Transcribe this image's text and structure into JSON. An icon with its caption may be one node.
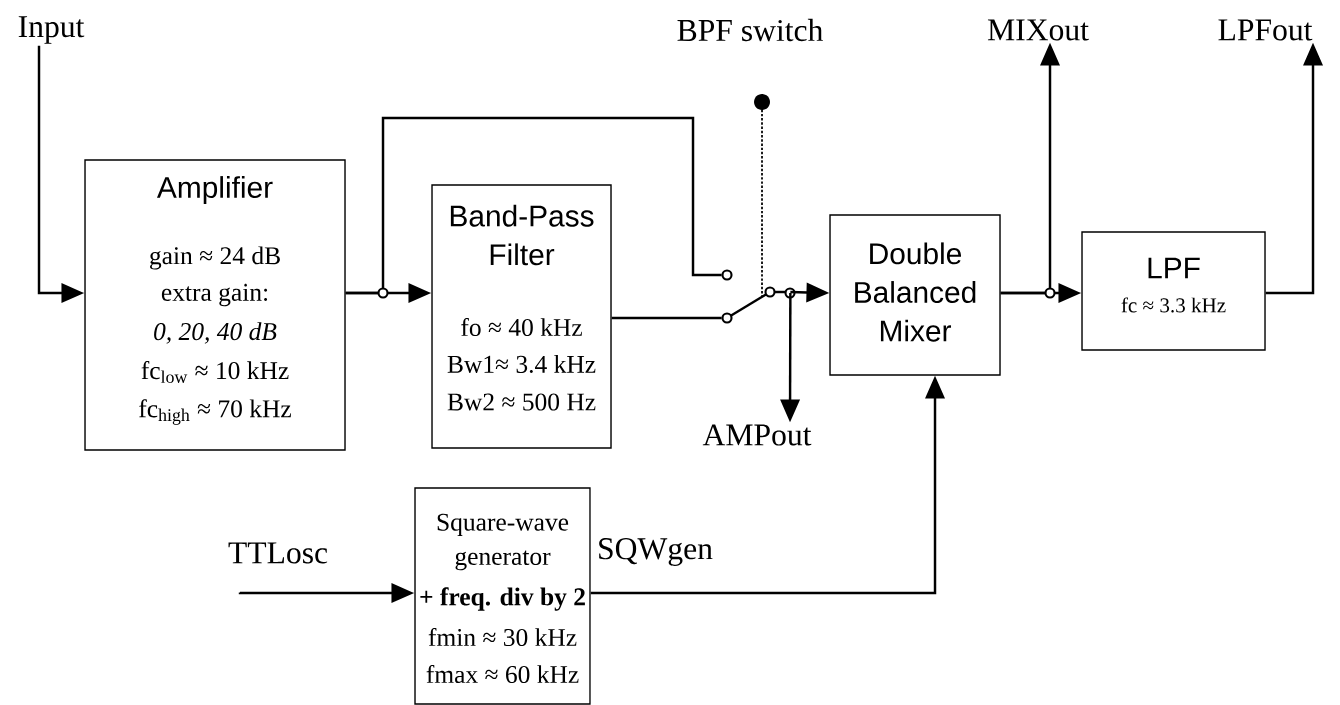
{
  "diagram": {
    "nodes": [
      {
        "text": [
          "Input"
        ]
      },
      {
        "text": [
          "BPF switch"
        ]
      },
      {
        "text": [
          "MIXout"
        ]
      },
      {
        "text": [
          "LPFout"
        ]
      },
      {
        "text": [
          "Amplifier",
          "gain ≈ 24 dB",
          "extra gain:",
          "0, 20, 40 dB",
          "fc$_{low}$ ≈ 10 kHz",
          "fc$_{high}$ ≈ 70 kHz"
        ]
      },
      {
        "text": [
          "Band-Pass Filter",
          "fo ≈ 40 kHz",
          "Bw1≈ 3.4 kHz",
          "Bw2 ≈ 500 Hz"
        ]
      },
      {
        "text": [],
        "shape": "switch"
      },
      {
        "text": [
          "Double Balanced Mixer"
        ]
      },
      {
        "text": [
          "LPF",
          "fc ≈ 3.3 kHz"
        ]
      },
      {
        "text": [
          "AMPout"
        ]
      },
      {
        "text": [
          "TTLosc"
        ]
      },
      {
        "text": [
          "Square-wave generator",
          "+ freq. div by 2",
          "fmin ≈ 30 kHz",
          "fmax ≈ 60 kHz"
        ]
      }
    ],
    "edges": [
      {
        "from": 0,
        "to": 4,
        "arrow": "to"
      },
      {
        "from": 4,
        "to": 5,
        "arrow": "to"
      },
      {
        "from": 4,
        "to": 6,
        "arrow": "none"
      },
      {
        "from": 5,
        "to": 6,
        "arrow": "none"
      },
      {
        "from": 6,
        "to": 7,
        "arrow": "to"
      },
      {
        "from": 6,
        "to": 9,
        "arrow": "to"
      },
      {
        "from": 7,
        "to": 8,
        "arrow": "to"
      },
      {
        "from": 7,
        "to": 2,
        "arrow": "to"
      },
      {
        "from": 8,
        "to": 3,
        "arrow": "to"
      },
      {
        "from": 10,
        "to": 11,
        "arrow": "to"
      },
      {
        "from": 11,
        "to": 7,
        "arrow": "to",
        "label": "SQWgen"
      },
      {
        "from": 1,
        "to": 6,
        "arrow": "other",
        "style": "dashed"
      }
    ]
  }
}
